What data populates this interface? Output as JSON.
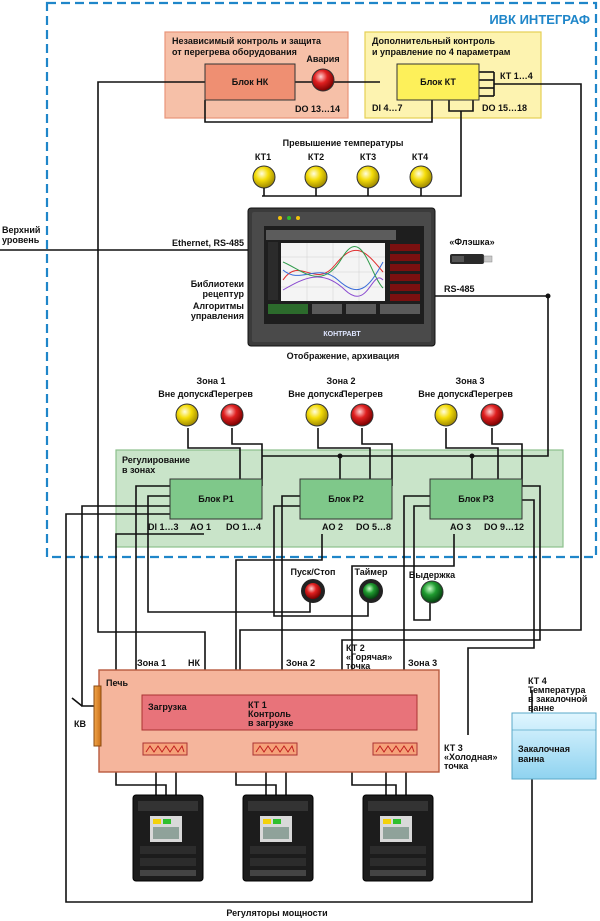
{
  "frame_title": "ИВК ИНТЕГРАФ",
  "nk_panel": {
    "title_l1": "Независимый контроль и защита",
    "title_l2": "от перегрева оборудования",
    "block": "Блок НК",
    "alarm": "Авария",
    "do": "DO 13…14"
  },
  "kt_panel": {
    "title_l1": "Дополнительный контроль",
    "title_l2": "и управление по 4 параметрам",
    "block": "Блок КТ",
    "kt_in": "КТ 1…4",
    "di": "DI 4…7",
    "do": "DO 15…18"
  },
  "overheat": {
    "title": "Превышение температуры",
    "lamps": [
      "КТ1",
      "КТ2",
      "КТ3",
      "КТ4"
    ]
  },
  "upper_level_l1": "Верхний",
  "upper_level_l2": "уровень",
  "ethernet": "Ethernet, RS-485",
  "flash": "«Флэшка»",
  "rs485": "RS-485",
  "recipes_l1": "Библиотеки",
  "recipes_l2": "рецептур",
  "algos_l1": "Алгоритмы",
  "algos_l2": "управления",
  "display_caption": "Отображение, архивация",
  "panel_brand": "КОНТРАВТ",
  "zones": [
    {
      "title": "Зона 1",
      "tol": "Вне допуска",
      "hot": "Перегрев"
    },
    {
      "title": "Зона 2",
      "tol": "Вне допуска",
      "hot": "Перегрев"
    },
    {
      "title": "Зона 3",
      "tol": "Вне допуска",
      "hot": "Перегрев"
    }
  ],
  "regulation_l1": "Регулирование",
  "regulation_l2": "в зонах",
  "p_blocks": [
    {
      "name": "Блок Р1",
      "io": [
        "DI 1…3",
        "AO 1",
        "DO 1…4"
      ]
    },
    {
      "name": "Блок Р2",
      "io": [
        "AO 2",
        "DO 5…8"
      ]
    },
    {
      "name": "Блок Р3",
      "io": [
        "AO 3",
        "DO 9…12"
      ]
    }
  ],
  "buttons": {
    "start": "Пуск/Стоп",
    "timer": "Таймер",
    "hold": "Выдержка"
  },
  "oven": {
    "title": "Печь",
    "zone1": "Зона 1",
    "nk": "НК",
    "zone2": "Зона 2",
    "zone3": "Зона 3",
    "kv": "КВ",
    "load": "Загрузка",
    "kt1_l1": "КТ 1",
    "kt1_l2": "Контроль",
    "kt1_l3": "в загрузке"
  },
  "kt2": {
    "l1": "КТ 2",
    "l2": "«Горячая»",
    "l3": "точка"
  },
  "kt3": {
    "l1": "КТ 3",
    "l2": "«Холодная»",
    "l3": "точка"
  },
  "kt4": {
    "l1": "КТ 4",
    "l2": "Температура",
    "l3": "в закалочной",
    "l4": "ванне"
  },
  "bath_l1": "Закалочная",
  "bath_l2": "ванна",
  "regulators_caption": "Регуляторы мощности",
  "colors": {
    "frame": "#1f86c9",
    "nk_panel": "#f6c0a8",
    "kt_panel": "#fdf3b0",
    "regulation_panel": "#c9e4c9",
    "oven": "#f5b59c",
    "load": "#e8737a",
    "bath": "#bfe6f6",
    "lamp_yellow": "#f5dd0a",
    "lamp_red": "#e02020",
    "lamp_green": "#1f9a2f"
  }
}
